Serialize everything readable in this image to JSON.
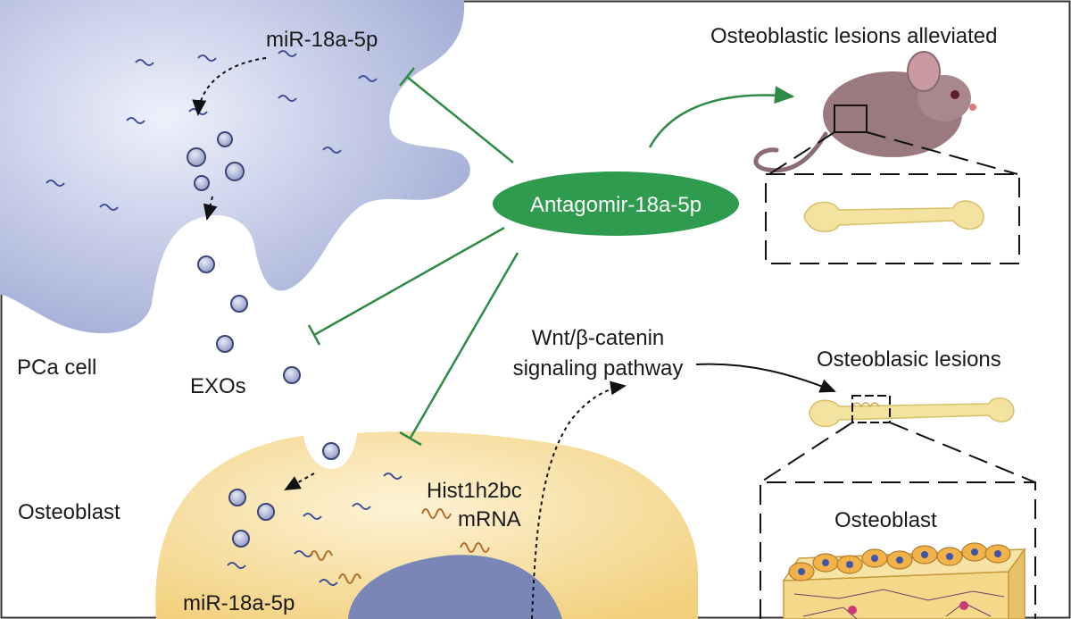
{
  "labels": {
    "mir_top": "miR-18a-5p",
    "antagomir": "Antagomir-18a-5p",
    "lesions_alleviated": "Osteoblastic lesions alleviated",
    "pca_cell": "PCa cell",
    "exos": "EXOs",
    "wnt_line1": "Wnt/β-catenin",
    "wnt_line2": "signaling pathway",
    "osteoblasic_lesions": "Osteoblasic lesions",
    "osteoblast_left": "Osteoblast",
    "hist_line1": "Hist1h2bc",
    "hist_line2": "mRNA",
    "osteoblast_right": "Osteoblast",
    "mir_bottom": "miR-18a-5p"
  },
  "colors": {
    "pca_cell": "#a9b4d9",
    "osteoblast_cell": "#f6dc9a",
    "nucleus": "#7b86b8",
    "antagomir": "#2e9b4e",
    "inhibition_line": "#2e8a45",
    "exosome": "#b9c1dd",
    "mrna": "#b06b2a",
    "bone": "#f4e3a0",
    "mouse": "#9a7a80"
  }
}
